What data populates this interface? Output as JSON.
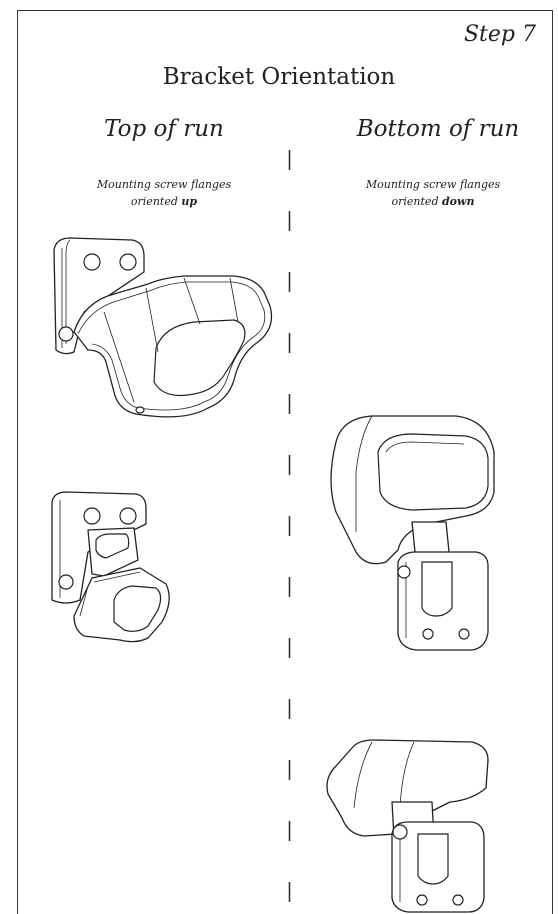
{
  "header": {
    "step": "Step 7",
    "title": "Bracket Orientation"
  },
  "left_column": {
    "heading": "Top of run",
    "note_line1": "Mounting screw flanges",
    "note_prefix": "oriented ",
    "note_emphasis": "up"
  },
  "right_column": {
    "heading": "Bottom of run",
    "note_line1": "Mounting screw flanges",
    "note_prefix": "oriented ",
    "note_emphasis": "down"
  }
}
